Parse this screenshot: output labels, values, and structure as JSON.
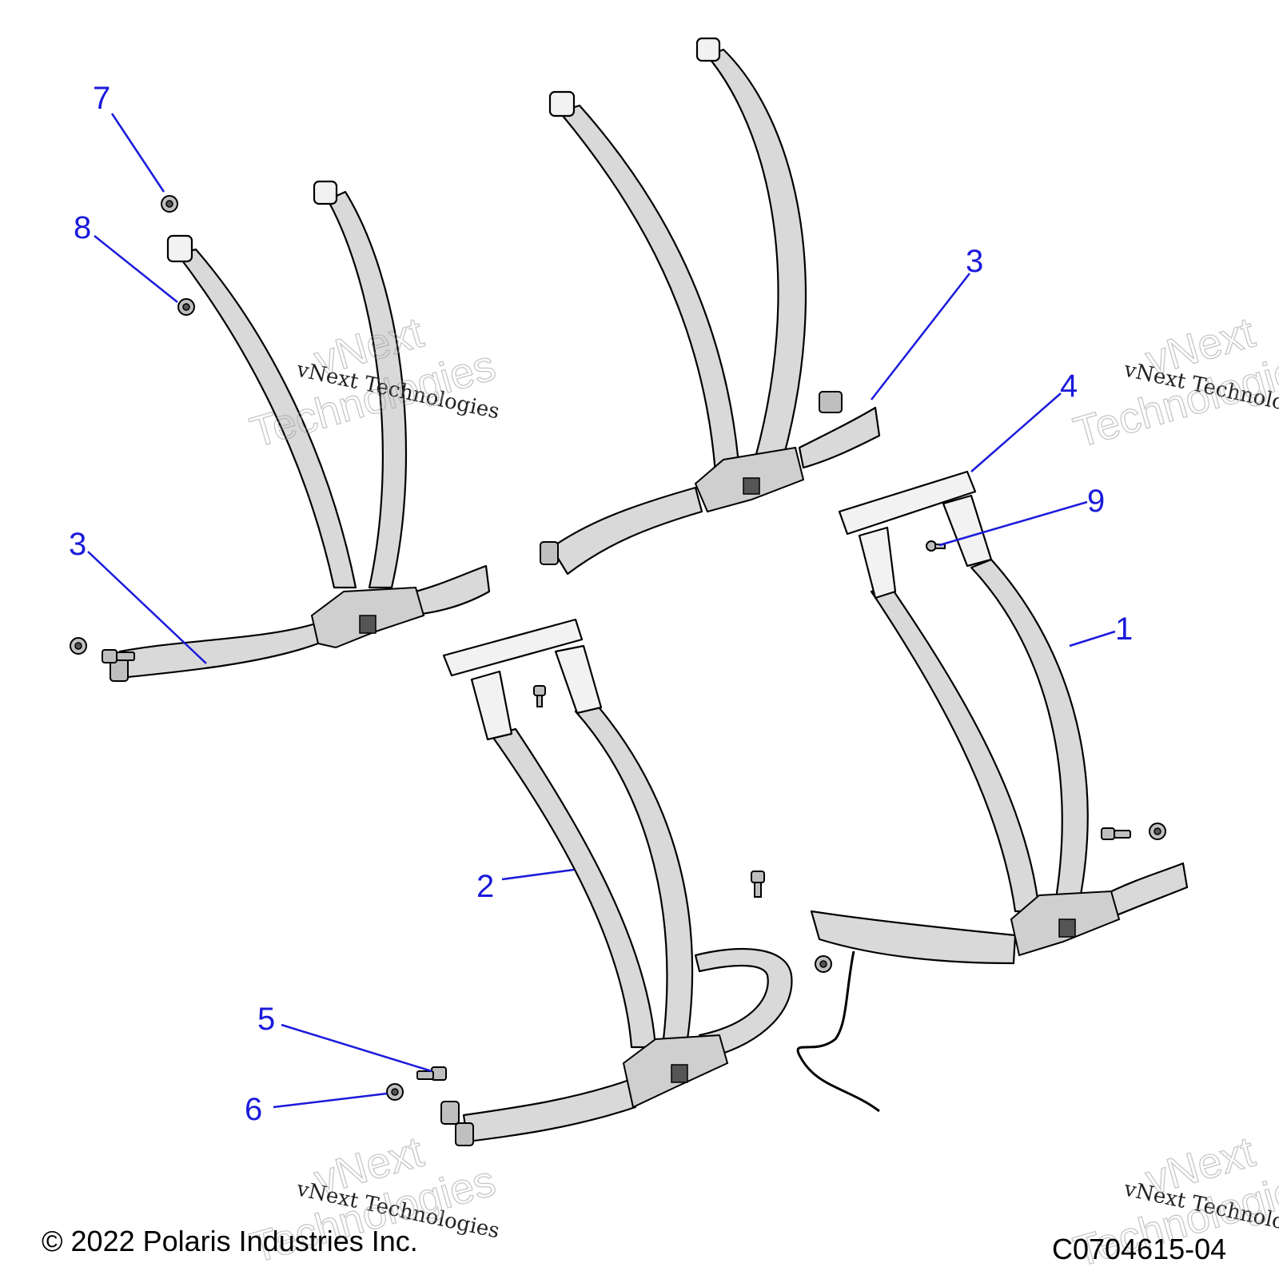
{
  "callouts": [
    {
      "id": "7",
      "text": "7"
    },
    {
      "id": "8",
      "text": "8"
    },
    {
      "id": "3a",
      "text": "3"
    },
    {
      "id": "3b",
      "text": "3"
    },
    {
      "id": "4",
      "text": "4"
    },
    {
      "id": "9",
      "text": "9"
    },
    {
      "id": "1",
      "text": "1"
    },
    {
      "id": "2",
      "text": "2"
    },
    {
      "id": "5",
      "text": "5"
    },
    {
      "id": "6",
      "text": "6"
    }
  ],
  "watermark": {
    "small": "vNext Technologies",
    "big_line1": "vNext",
    "big_line2": "Technologies"
  },
  "footer": {
    "copyright": "© 2022 Polaris Industries Inc.",
    "figure_code": "C0704615-04"
  },
  "colors": {
    "callout": "#1a1adb",
    "strap_fill": "#d9d9d9",
    "hardware": "#bfbfbf"
  }
}
